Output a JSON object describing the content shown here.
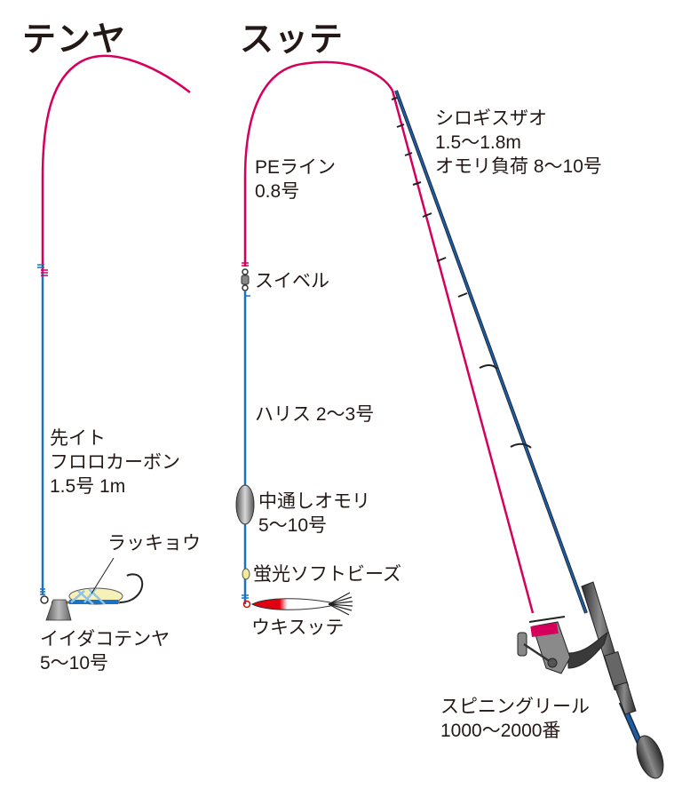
{
  "titles": {
    "tenya": "テンヤ",
    "sutte": "スッテ"
  },
  "tenya_rig": {
    "leader_label": [
      "先イト",
      "フロロカーボン",
      "1.5号 1m"
    ],
    "bait_label": "ラッキョウ",
    "weight_label": [
      "イイダコテンヤ",
      "5〜10号"
    ]
  },
  "sutte_rig": {
    "main_line_label": [
      "PEライン",
      "0.8号"
    ],
    "swivel_label": "スイベル",
    "harris_label": "ハリス 2〜3号",
    "sinker_label": [
      "中通しオモリ",
      "5〜10号"
    ],
    "bead_label": "蛍光ソフトビーズ",
    "lure_label": "ウキスッテ"
  },
  "rod": {
    "label": [
      "シロギスザオ",
      "1.5〜1.8m",
      "オモリ負荷 8〜10号"
    ]
  },
  "reel": {
    "label": [
      "スピニングリール",
      "1000〜2000番"
    ]
  },
  "colors": {
    "pe_line": "#d6005c",
    "leader_line": "#1a73c2",
    "rod_blank": "#1b5fa8",
    "grip": "#4a4a4a",
    "text": "#231815"
  }
}
